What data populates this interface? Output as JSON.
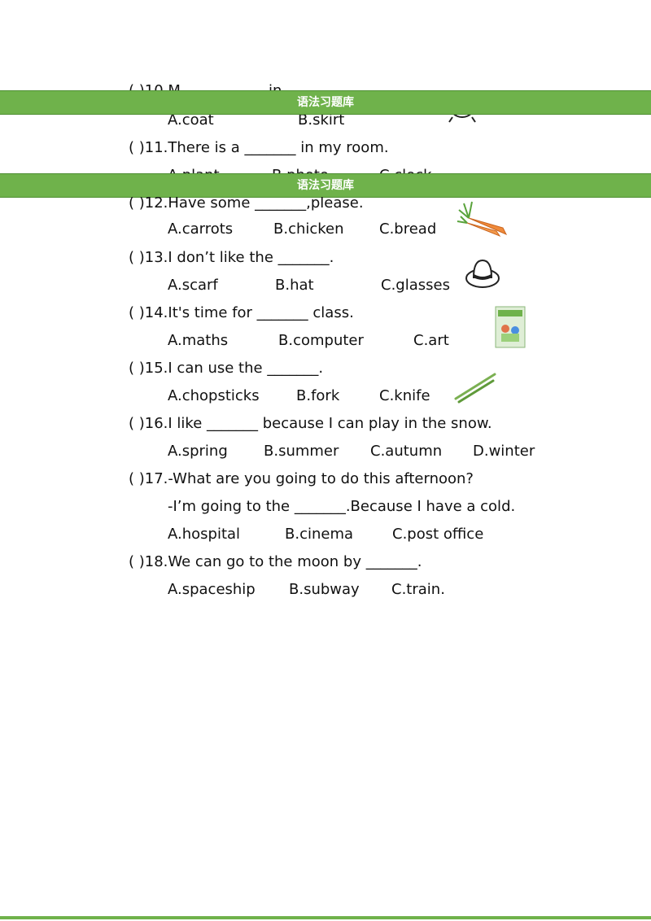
{
  "banner": {
    "title": "语法习题库"
  },
  "questions": [
    {
      "id": "q10",
      "stem": "( )10.M",
      "stem_tail": "in",
      "options": [
        "A.coat",
        "B.skirt"
      ],
      "icon": "clock-icon"
    },
    {
      "id": "q11",
      "stem": "( )11.There is a _______ in my room.",
      "options": [
        "A.plant",
        "B.photo",
        "C.clock"
      ]
    },
    {
      "id": "q12",
      "stem": "( )12.Have some _______,please.",
      "options": [
        "A.carrots",
        "B.chicken",
        "C.bread"
      ],
      "icon": "carrot-icon"
    },
    {
      "id": "q13",
      "stem": "( )13.I don’t like the _______.",
      "options": [
        "A.scarf",
        "B.hat",
        "C.glasses"
      ],
      "icon": "hat-icon"
    },
    {
      "id": "q14",
      "stem": "( )14.It's time for _______ class.",
      "options": [
        "A.maths",
        "B.computer",
        "C.art"
      ],
      "icon": "book-cover-icon"
    },
    {
      "id": "q15",
      "stem": "( )15.I can use the _______.",
      "options": [
        "A.chopsticks",
        "B.fork",
        "C.knife"
      ],
      "icon": "chopsticks-icon"
    },
    {
      "id": "q16",
      "stem": "( )16.I like _______ because I can play in the snow.",
      "options": [
        "A.spring",
        "B.summer",
        "C.autumn",
        "D.winter"
      ]
    },
    {
      "id": "q17",
      "stem": "( )17.-What are you going to do this afternoon?",
      "stem2": "-I’m going to the _______.Because I have a cold.",
      "options": [
        "A.hospital",
        "B.cinema",
        "C.post office"
      ]
    },
    {
      "id": "q18",
      "stem": "( )18.We can go to the moon by _______.",
      "options": [
        "A.spaceship",
        "B.subway",
        "C.train."
      ]
    }
  ]
}
